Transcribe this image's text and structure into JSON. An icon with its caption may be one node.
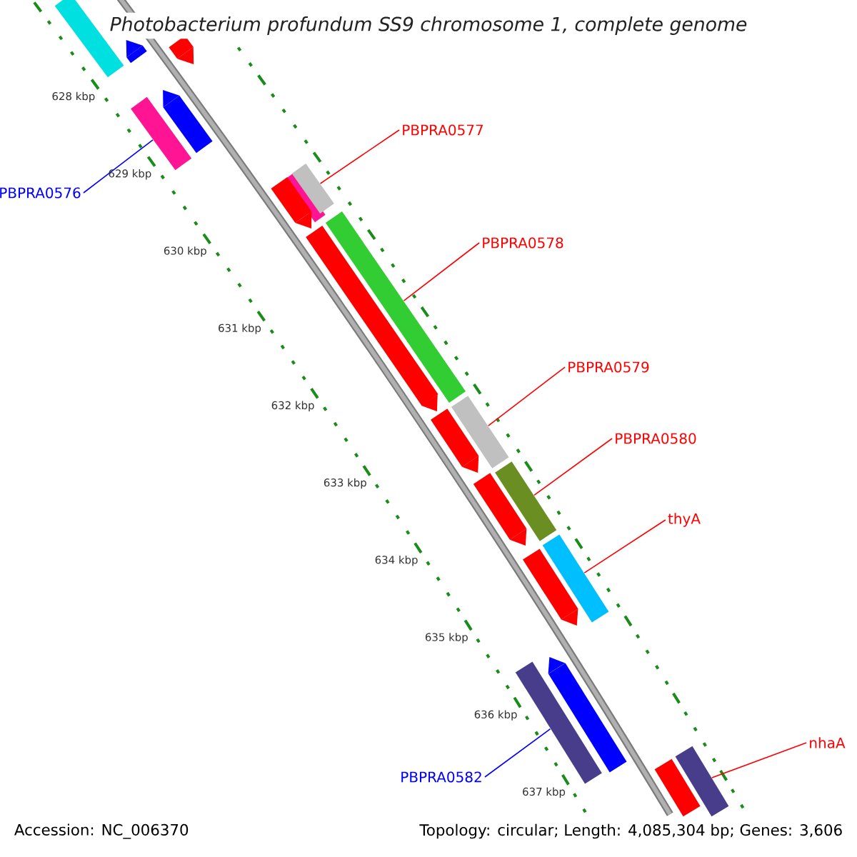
{
  "diagram": {
    "title": "Photobacterium profundum SS9 chromosome 1, complete genome",
    "nodes": [
      {
        "text": [
          "PBPRA0576"
        ]
      },
      {
        "text": [
          "PBPRA0577"
        ]
      },
      {
        "text": [
          "PBPRA0578"
        ]
      },
      {
        "text": [
          "PBPRA0579"
        ]
      },
      {
        "text": [
          "PBPRA0580"
        ]
      },
      {
        "text": [
          "thyA"
        ]
      },
      {
        "text": [
          "PBPRA0582"
        ]
      },
      {
        "text": [
          "nhaA"
        ]
      },
      {
        "text": [],
        "shape": "bar"
      },
      {
        "text": [],
        "shape": "bar"
      },
      {
        "text": [],
        "shape": "bar"
      },
      {
        "text": [],
        "shape": "bar"
      },
      {
        "text": [],
        "shape": "bar"
      },
      {
        "text": [],
        "shape": "bar"
      },
      {
        "text": [],
        "shape": "bar"
      },
      {
        "text": [],
        "shape": "bar"
      },
      {
        "text": [],
        "shape": "bar"
      },
      {
        "text": [],
        "shape": "bar"
      },
      {
        "text": [],
        "shape": "bar"
      },
      {
        "text": [],
        "shape": "bar"
      },
      {
        "text": [],
        "shape": "bar"
      },
      {
        "text": [],
        "shape": "bar"
      },
      {
        "text": [],
        "shape": "bar"
      },
      {
        "text": [],
        "shape": "bar"
      },
      {
        "text": [],
        "shape": "bar"
      },
      {
        "text": [],
        "shape": "bar"
      },
      {
        "text": [],
        "shape": "bar"
      },
      {
        "text": [],
        "shape": "bar"
      }
    ],
    "edges": [
      {
        "from": 0,
        "to": 8,
        "arrow": "none",
        "color": "#0000ff"
      },
      {
        "from": 1,
        "to": 9,
        "arrow": "none"
      },
      {
        "from": 2,
        "to": 10,
        "arrow": "none"
      },
      {
        "from": 3,
        "to": 11,
        "arrow": "none"
      },
      {
        "from": 4,
        "to": 12,
        "arrow": "none"
      },
      {
        "from": 5,
        "to": 13,
        "arrow": "none"
      },
      {
        "from": 6,
        "to": 14,
        "arrow": "none",
        "color": "#0000ff"
      },
      {
        "from": 7,
        "to": 15,
        "arrow": "none"
      }
    ],
    "labels": [
      "628 kbp",
      "629 kbp",
      "630 kbp",
      "631 kbp",
      "632 kbp",
      "633 kbp",
      "634 kbp",
      "635 kbp",
      "636 kbp",
      "637 kbp",
      "Accession: NC_006370",
      "Topology: circular; Length: 4,085,304 bp; Genes: 3,606"
    ]
  }
}
